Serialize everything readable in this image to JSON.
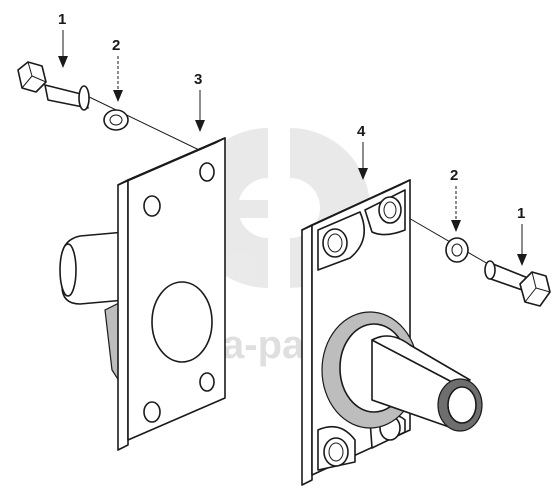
{
  "watermark": {
    "text": "data-parts",
    "monogram": "GP",
    "color": "#d8d8d8"
  },
  "callouts": [
    {
      "id": "bolt-left",
      "number": "1"
    },
    {
      "id": "washer-left",
      "number": "2"
    },
    {
      "id": "plate-left",
      "number": "3"
    },
    {
      "id": "housing-right",
      "number": "4"
    },
    {
      "id": "washer-right",
      "number": "2"
    },
    {
      "id": "bolt-right",
      "number": "1"
    }
  ],
  "colors": {
    "line": "#1a1a1a",
    "shade": "#bdbdbd",
    "background": "#ffffff"
  }
}
